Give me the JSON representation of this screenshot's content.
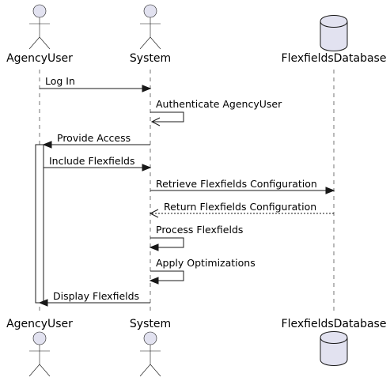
{
  "participants": {
    "agency_user": {
      "name": "AgencyUser",
      "kind": "actor"
    },
    "system": {
      "name": "System",
      "kind": "actor"
    },
    "flexfields_database": {
      "name": "FlexfieldsDatabase",
      "kind": "database"
    }
  },
  "messages": [
    {
      "label": "Log In",
      "from": "agency_user",
      "to": "system",
      "style": "solid"
    },
    {
      "label": "Authenticate AgencyUser",
      "from": "system",
      "to": "system",
      "style": "solid"
    },
    {
      "label": "Provide Access",
      "from": "system",
      "to": "agency_user",
      "style": "solid"
    },
    {
      "label": "Include Flexfields",
      "from": "agency_user",
      "to": "system",
      "style": "solid"
    },
    {
      "label": "Retrieve Flexfields Configuration",
      "from": "system",
      "to": "flexfields_database",
      "style": "solid"
    },
    {
      "label": "Return Flexfields Configuration",
      "from": "flexfields_database",
      "to": "system",
      "style": "dashed"
    },
    {
      "label": "Process Flexfields",
      "from": "system",
      "to": "system",
      "style": "solid"
    },
    {
      "label": "Apply Optimizations",
      "from": "system",
      "to": "system",
      "style": "solid"
    },
    {
      "label": "Display Flexfields",
      "from": "system",
      "to": "agency_user",
      "style": "solid"
    }
  ],
  "colors": {
    "participant_fill": "#E2E2F0",
    "line": "#181818",
    "activation_fill": "#FFFFFF"
  }
}
